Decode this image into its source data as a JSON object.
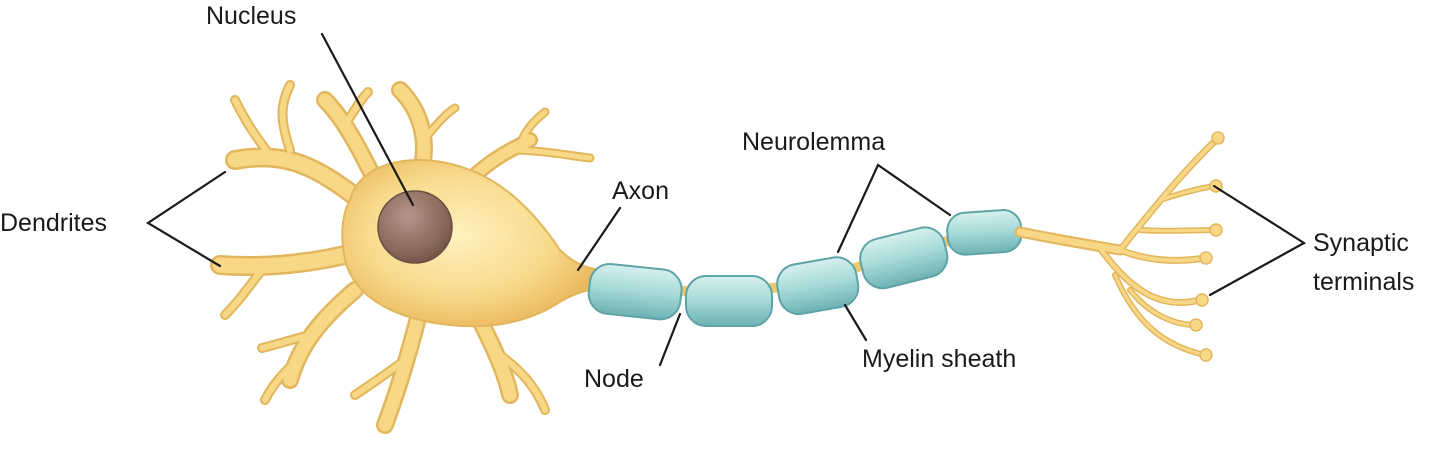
{
  "labels": {
    "nucleus": "Nucleus",
    "dendrites": "Dendrites",
    "axon": "Axon",
    "neurolemma": "Neurolemma",
    "synaptic_line1": "Synaptic",
    "synaptic_line2": "terminals",
    "node": "Node",
    "myelin_sheath": "Myelin sheath"
  },
  "colors": {
    "cell_body": "#f7d98a",
    "cell_body_dark": "#e8b85a",
    "nucleus": "#8c6b5e",
    "myelin": "#9fd6d4",
    "myelin_dark": "#6fb4b6",
    "text": "#1a1a1a"
  }
}
